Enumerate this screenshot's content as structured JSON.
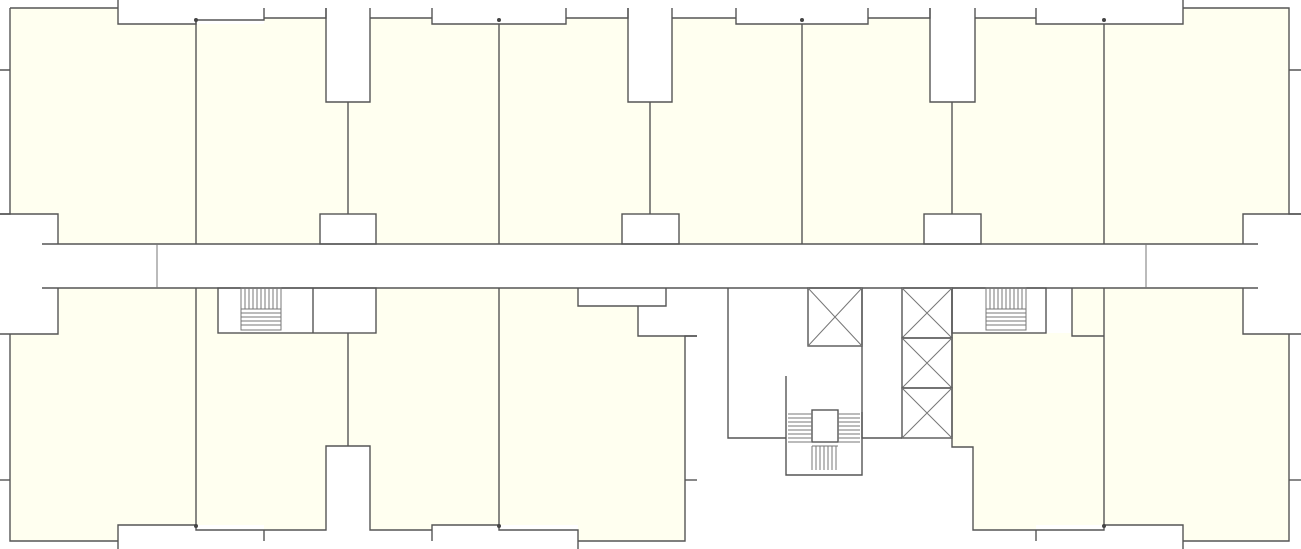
{
  "plan": {
    "colors": {
      "background": "#ffffff",
      "unit_fill": "#fffff0",
      "wall": "#555555"
    },
    "units_top": [
      "unit-t1",
      "unit-t2",
      "unit-t3",
      "unit-t4",
      "unit-t5",
      "unit-t6",
      "unit-t7",
      "unit-t8"
    ],
    "units_bottom": [
      "unit-b1",
      "unit-b2",
      "unit-b3",
      "unit-b4",
      "unit-b5",
      "unit-b6"
    ],
    "elevator_count": 4,
    "stair_count": 3
  }
}
